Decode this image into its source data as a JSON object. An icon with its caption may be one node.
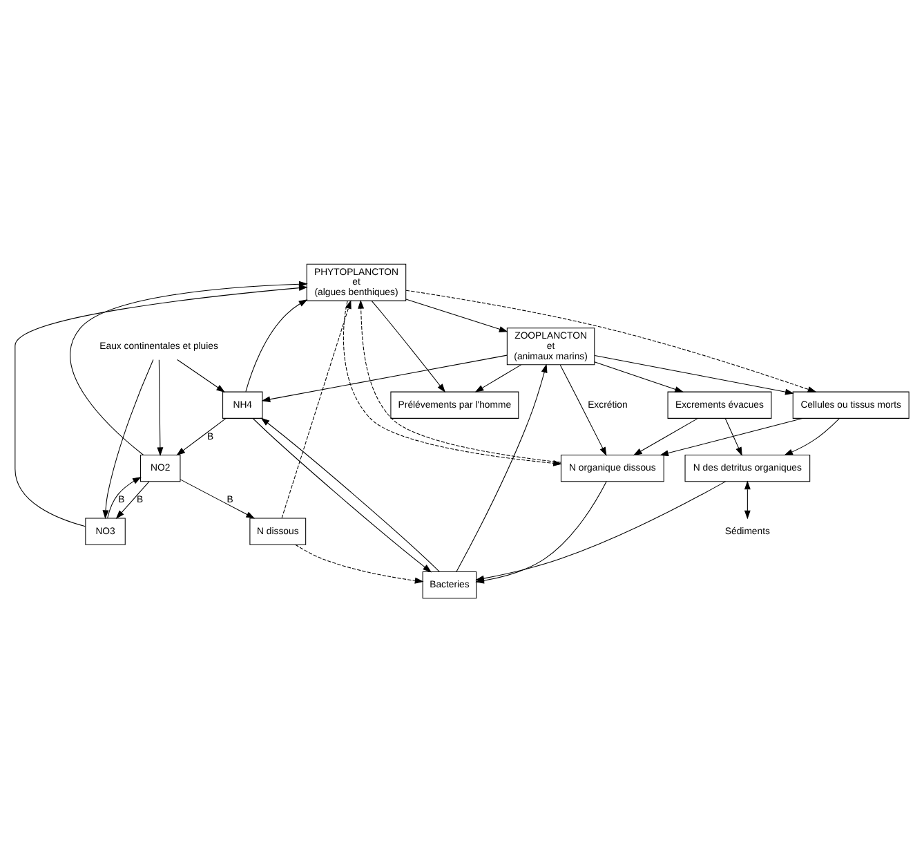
{
  "diagram": {
    "nodes": [
      {
        "text": [
          "Prélévements par l'homme"
        ]
      },
      {
        "text": [
          "PHYTOPLANCTON",
          "et",
          "(algues benthiques)"
        ]
      },
      {
        "text": [
          "ZOOPLANCTON",
          "et",
          "(animaux marins)"
        ]
      },
      {
        "text": [
          "NO3"
        ]
      },
      {
        "text": [
          "NO2"
        ]
      },
      {
        "text": [
          "N dissous"
        ]
      },
      {
        "text": [
          "NH4"
        ]
      },
      {
        "text": [
          "Cellules ou tissus morts"
        ]
      },
      {
        "text": [
          "Excrements évacues"
        ]
      },
      {
        "text": [
          "N des detritus organiques"
        ]
      },
      {
        "text": [
          "N organique dissous"
        ]
      },
      {
        "text": [
          "Bacteries"
        ]
      },
      {
        "text": [
          "Eaux continentales et pluies"
        ]
      },
      {
        "text": [
          "Sédiments"
        ]
      }
    ],
    "edges": [
      {
        "from": 1,
        "to": 0,
        "arrow": "to"
      },
      {
        "from": 2,
        "to": 0,
        "arrow": "to"
      },
      {
        "from": 1,
        "to": 2,
        "arrow": "to"
      },
      {
        "from": 1,
        "to": 7,
        "arrow": "to",
        "style": "dashed"
      },
      {
        "from": 1,
        "to": 10,
        "arrow": "to",
        "style": "dashed"
      },
      {
        "from": 2,
        "to": 7,
        "arrow": "to"
      },
      {
        "from": 2,
        "to": 8,
        "arrow": "to"
      },
      {
        "from": 2,
        "to": 10,
        "arrow": "to",
        "label": "Excrétion"
      },
      {
        "from": 3,
        "to": 1,
        "arrow": "to"
      },
      {
        "from": 3,
        "to": 4,
        "arrow": "to",
        "label": "B"
      },
      {
        "from": 4,
        "to": 3,
        "arrow": "to",
        "label": "B"
      },
      {
        "from": 4,
        "to": 1,
        "arrow": "to"
      },
      {
        "from": 4,
        "to": 5,
        "arrow": "to",
        "label": "B"
      },
      {
        "from": 5,
        "to": 1,
        "arrow": "to",
        "style": "dashed"
      },
      {
        "from": 6,
        "to": 4,
        "arrow": "to",
        "label": "B"
      },
      {
        "from": 6,
        "to": 1,
        "arrow": "to"
      },
      {
        "from": 7,
        "to": 9,
        "arrow": "to"
      },
      {
        "from": 7,
        "to": 10,
        "arrow": "to"
      },
      {
        "from": 8,
        "to": 9,
        "arrow": "to"
      },
      {
        "from": 8,
        "to": 10,
        "arrow": "to"
      },
      {
        "from": 9,
        "to": 11,
        "arrow": "to"
      },
      {
        "from": 10,
        "to": 11,
        "arrow": "to"
      },
      {
        "from": 9,
        "to": 13,
        "arrow": "both"
      },
      {
        "from": 6,
        "to": 11,
        "arrow": "to"
      },
      {
        "from": 11,
        "to": 6,
        "arrow": "to"
      },
      {
        "from": 5,
        "to": 11,
        "arrow": "to",
        "style": "dashed"
      },
      {
        "from": 10,
        "to": 1,
        "arrow": "to",
        "style": "dashed"
      },
      {
        "from": 11,
        "to": 2,
        "arrow": "to"
      },
      {
        "from": 2,
        "to": 6,
        "arrow": "to"
      },
      {
        "from": 12,
        "to": 3,
        "arrow": "to"
      },
      {
        "from": 12,
        "to": 4,
        "arrow": "to"
      },
      {
        "from": 12,
        "to": 6,
        "arrow": "to"
      }
    ]
  }
}
